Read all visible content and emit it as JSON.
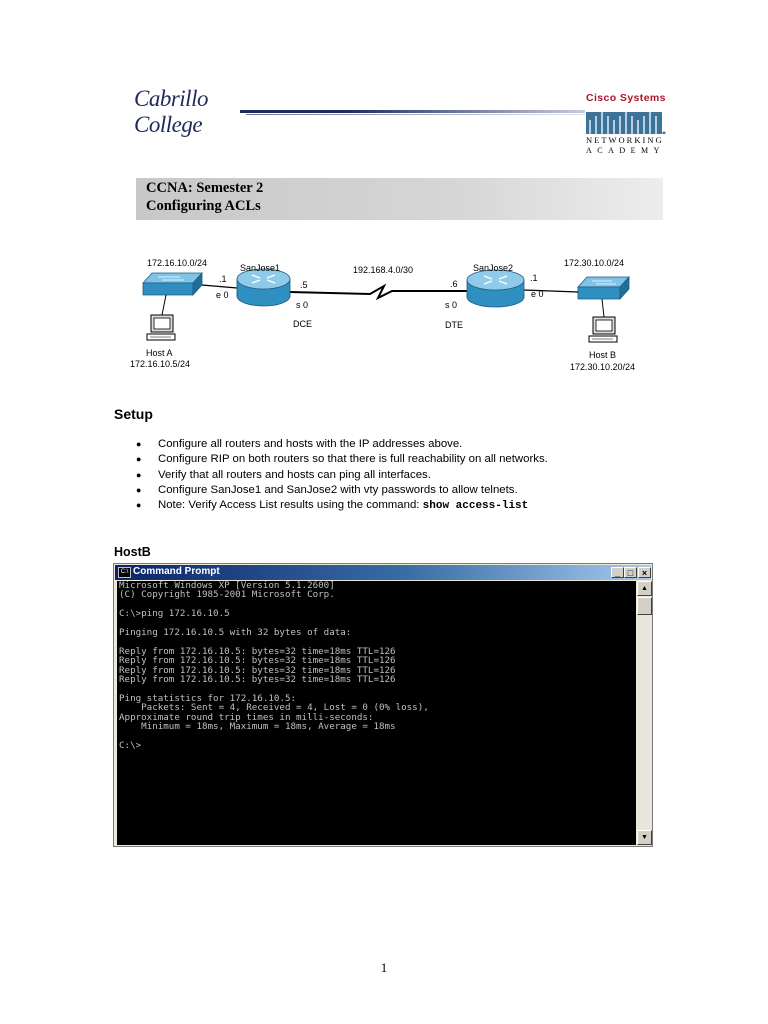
{
  "header": {
    "college_logo_text": "Cabrillo College",
    "cisco_name": "Cisco Systems",
    "cisco_networking": "NETWORKING",
    "cisco_academy": "ACADEMY"
  },
  "title": {
    "line1": "CCNA: Semester 2",
    "line2": "Configuring ACLs"
  },
  "diagram": {
    "left_network": "172.16.10.0/24",
    "right_network": "172.30.10.0/24",
    "wan_network": "192.168.4.0/30",
    "router1_name": "SanJose1",
    "router2_name": "SanJose2",
    "r1_e0_addr": ".1",
    "r1_e0_label": "e 0",
    "r1_s0_addr": ".5",
    "r1_s0_label": "s 0",
    "r1_clock": "DCE",
    "r2_s0_addr": ".6",
    "r2_s0_label": "s 0",
    "r2_clock": "DTE",
    "r2_e0_addr": ".1",
    "r2_e0_label": "e 0",
    "host_a_name": "Host A",
    "host_a_ip": "172.16.10.5/24",
    "host_b_name": "Host B",
    "host_b_ip": "172.30.10.20/24"
  },
  "setup": {
    "heading": "Setup",
    "bullets": [
      "Configure all routers and hosts with the IP addresses above.",
      "Configure RIP on both routers so that there is full reachability on all networks.",
      "Verify that all routers and hosts can ping all interfaces.",
      "Configure SanJose1 and SanJose2 with vty passwords to allow telnets."
    ],
    "note_text": "Note:  Verify Access List results using the command: ",
    "note_command": "show access-list",
    "bullet_glyph": "●"
  },
  "hostb_heading": "HostB",
  "cmd_window": {
    "title": "Command Prompt",
    "icon_text": "C:\\",
    "min_label": "_",
    "max_label": "□",
    "close_label": "×",
    "output": "Microsoft Windows XP [Version 5.1.2600]\n(C) Copyright 1985-2001 Microsoft Corp.\n\nC:\\>ping 172.16.10.5\n\nPinging 172.16.10.5 with 32 bytes of data:\n\nReply from 172.16.10.5: bytes=32 time=18ms TTL=126\nReply from 172.16.10.5: bytes=32 time=18ms TTL=126\nReply from 172.16.10.5: bytes=32 time=18ms TTL=126\nReply from 172.16.10.5: bytes=32 time=18ms TTL=126\n\nPing statistics for 172.16.10.5:\n    Packets: Sent = 4, Received = 4, Lost = 0 (0% loss),\nApproximate round trip times in milli-seconds:\n    Minimum = 18ms, Maximum = 18ms, Average = 18ms\n\nC:\\>"
  },
  "colors": {
    "cisco_red": "#b0162a",
    "college_blue": "#1e2a5a",
    "device_blue": "#2f8fc0"
  },
  "page_number": "1"
}
